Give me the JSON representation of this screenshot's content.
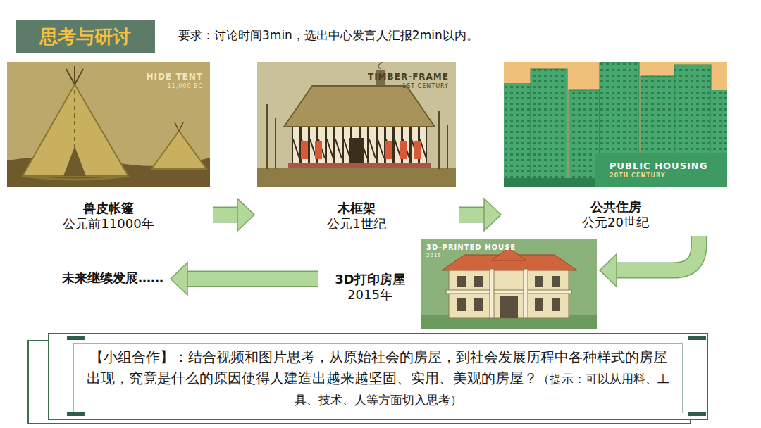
{
  "diagram": {
    "title": "思考与研讨",
    "nodes": [
      {
        "text": [
          "HIDE TENT",
          "11,000 BC",
          "兽皮帐篷",
          "公元前11000年"
        ]
      },
      {
        "text": [
          "TIMBER-FRAME",
          "1ST CENTURY",
          "木框架",
          "公元1世纪"
        ]
      },
      {
        "text": [
          "PUBLIC HOUSING",
          "20TH CENTURY",
          "公共住房",
          "公元20世纪"
        ]
      },
      {
        "text": [
          "3D-PRINTED HOUSE",
          "2015",
          "3D打印房屋",
          "2015年"
        ]
      },
      {
        "text": [
          "未来继续发展……"
        ]
      },
      {
        "text": [
          "【小组合作】：结合视频和图片思考，从原始社会的房屋，到社会发展历程中各种样式的房屋出现，究竟是什么的原因使得人建造出越来越坚固、实用、美观的房屋？",
          "（提示：可以从用料、工具、技术、人等方面切入思考）"
        ]
      }
    ],
    "edges": [
      {
        "from": 0,
        "to": 1,
        "arrow": "to"
      },
      {
        "from": 1,
        "to": 2,
        "arrow": "to"
      },
      {
        "from": 2,
        "to": 3,
        "arrow": "to"
      },
      {
        "from": 3,
        "to": 4,
        "arrow": "to"
      }
    ],
    "labels": [
      "要求：讨论时间3min，选出中心发言人汇报2min以内。"
    ]
  }
}
